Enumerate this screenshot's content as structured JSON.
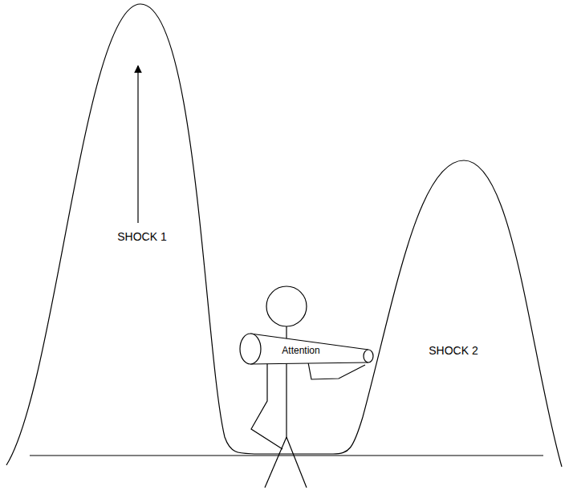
{
  "diagram": {
    "nodes": [
      {
        "text": [
          "Attention"
        ]
      }
    ],
    "labels": [
      "SHOCK 1",
      "SHOCK 2"
    ]
  }
}
